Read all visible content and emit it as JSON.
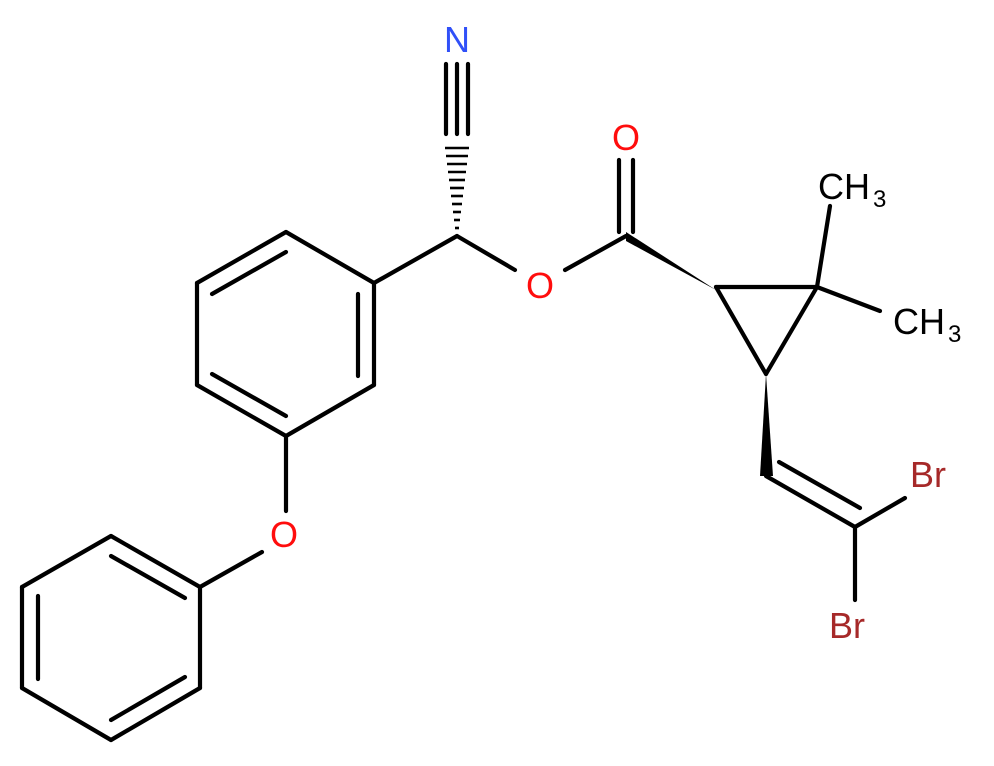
{
  "molecule": {
    "atoms": {
      "nitrile_n": "N",
      "carbonyl_o": "O",
      "ester_o": "O",
      "ether_o": "O",
      "methyl_1": "CH",
      "methyl_1_sub": "3",
      "methyl_2": "CH",
      "methyl_2_sub": "3",
      "bromo_1": "Br",
      "bromo_2": "Br"
    }
  },
  "colors": {
    "bond": "#000000",
    "nitrogen": "#3050F8",
    "oxygen": "#FF0D0D",
    "bromine": "#A62929",
    "carbon": "#000000",
    "background": "#FFFFFF"
  }
}
